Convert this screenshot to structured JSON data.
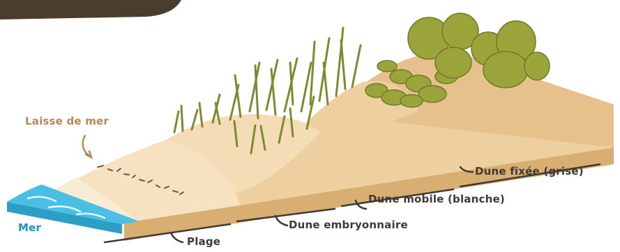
{
  "labels": {
    "laisse": "Laisse de mer",
    "mer": "Mer",
    "plage": "Plage",
    "dune_embryonnaire": "Dune embryonnaire",
    "dune_mobile": "Dune mobile (blanche)",
    "dune_fixee": "Dune fixée (grise)"
  },
  "colors": {
    "sand_light": "#f4ddb6",
    "sand_mid": "#ebc894",
    "sand_dark": "#d9ae72",
    "sea": "#49bfe3",
    "vegetation": "#9ba43a",
    "grass": "#7e8a2f",
    "label_text": "#3f3a33",
    "laisse_text": "#b58a55",
    "sea_text": "#1e93b8"
  }
}
